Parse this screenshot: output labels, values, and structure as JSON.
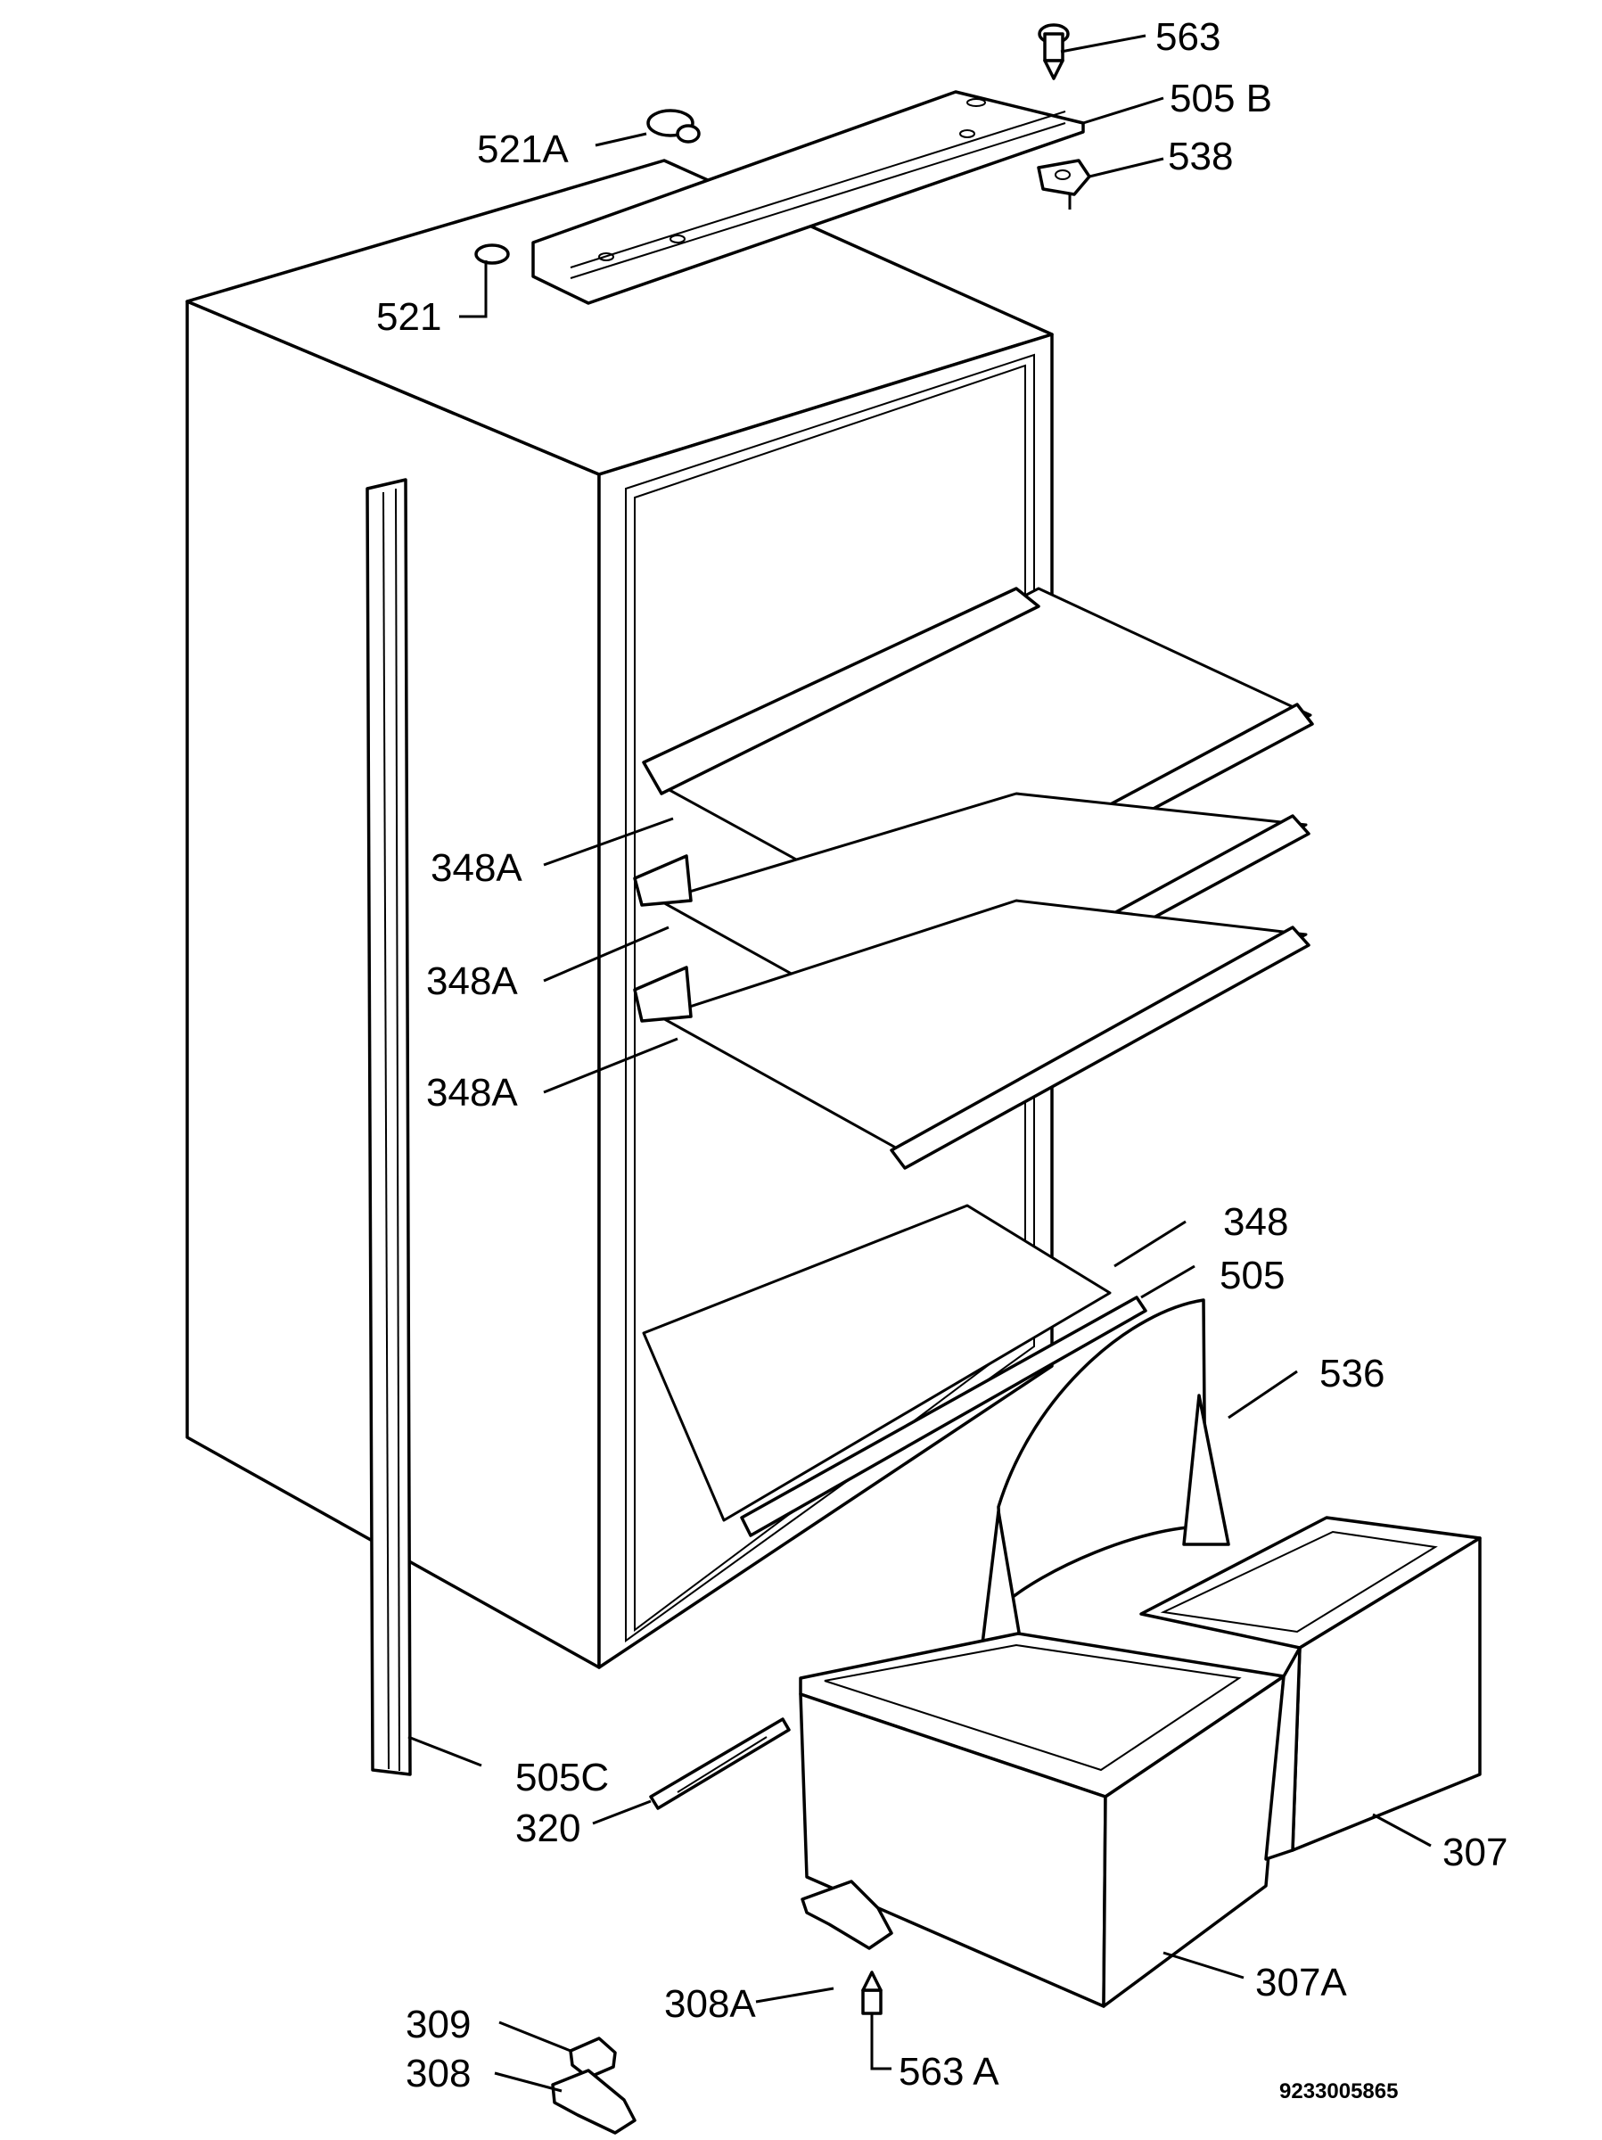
{
  "callouts": {
    "p563": "563",
    "p505b": "505 B",
    "p538": "538",
    "p521a": "521A",
    "p521": "521",
    "p348a_1": "348A",
    "p348a_2": "348A",
    "p348a_3": "348A",
    "p348": "348",
    "p505": "505",
    "p536": "536",
    "p505c": "505C",
    "p320": "320",
    "p307": "307",
    "p307a": "307A",
    "p308a": "308A",
    "p309": "309",
    "p308": "308",
    "p563a": "563 A"
  },
  "drawing_code": "9233005865"
}
